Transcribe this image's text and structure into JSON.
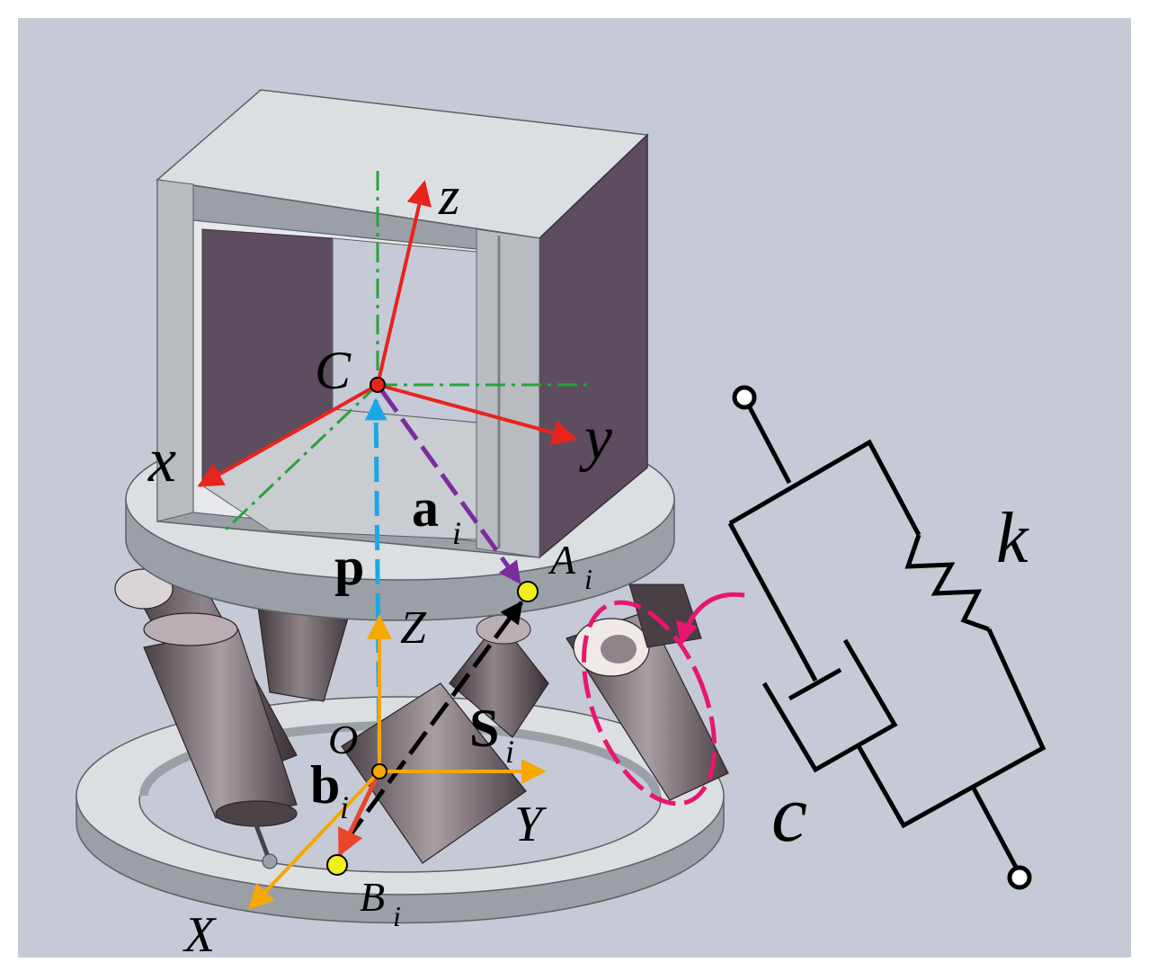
{
  "labels": {
    "C": "C",
    "z": "z",
    "y": "y",
    "x": "x",
    "a": "a",
    "a_sub": "i",
    "p": "p",
    "A": "A",
    "A_sub": "i",
    "Z": "Z",
    "S": "S",
    "S_sub": "i",
    "O": "O",
    "b": "b",
    "b_sub": "i",
    "Y": "Y",
    "B": "B",
    "B_sub": "i",
    "X": "X",
    "k": "k",
    "c": "c"
  },
  "colors": {
    "background": "#c5cad6",
    "frame": "#ffffff",
    "moving_frame": "#e8241c",
    "fixed_frame": "#f5a800",
    "vector_p": "#1aa7e6",
    "vector_a": "#7b2d9e",
    "vector_s": "#000000",
    "vector_b": "#e8452a",
    "centerline": "#27a33a",
    "highlight": "#e8166e",
    "joint": "#f2ee1e",
    "platform_metal": "#dcdfe2",
    "platform_shadow": "#9aa0a6",
    "panel_purple": "#5e4d5e",
    "leg_dark": "#5a4e54"
  }
}
